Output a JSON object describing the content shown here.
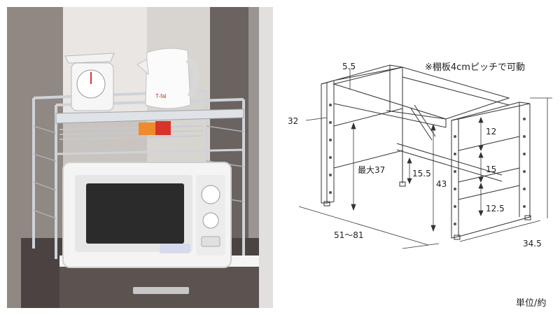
{
  "diagram": {
    "note": "※棚板4cmピッチで可動",
    "labels": {
      "d55": "5.5",
      "d32": "32",
      "max37": "最大37",
      "d155": "15.5",
      "d43": "43",
      "d12": "12",
      "d15": "15",
      "d125": "12.5",
      "width": "51〜81",
      "depth": "34.5"
    },
    "unit": "単位/約"
  },
  "photo": {
    "kettle_brand": "T-fal"
  },
  "colors": {
    "line": "#333333",
    "cabinet": "#4a4341",
    "wall": "#b8b3ae",
    "rack_metal": "#d9dce0",
    "microwave": "#f4f4f4",
    "label_orange": "#f08a2a",
    "label_red": "#d9342b"
  }
}
